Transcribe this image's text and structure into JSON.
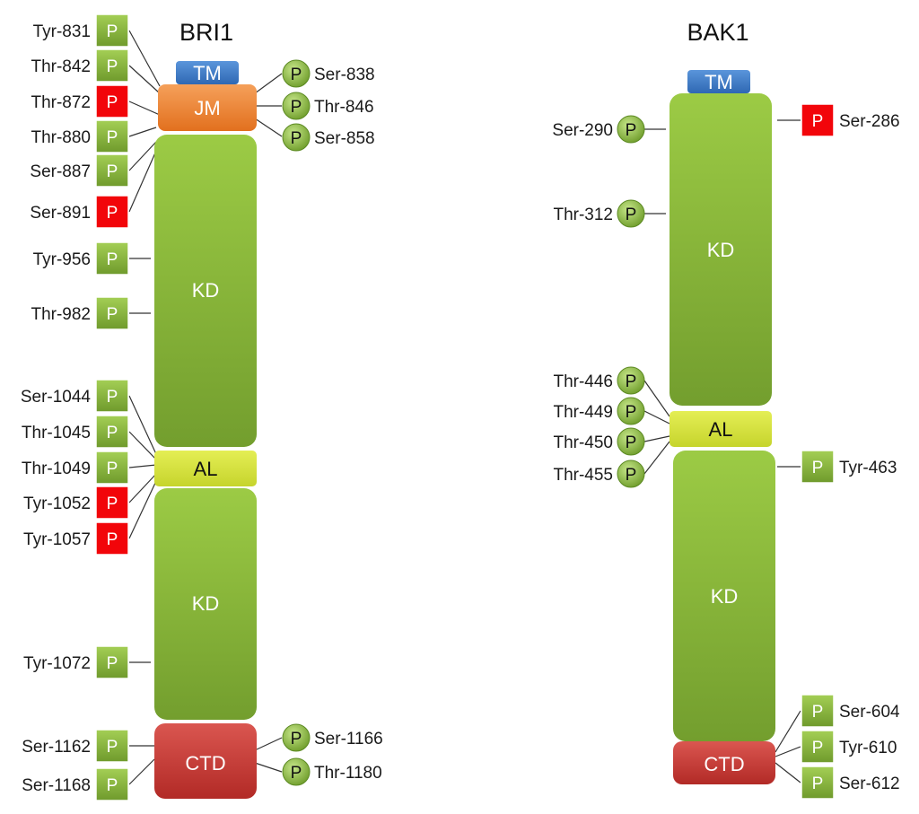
{
  "colors": {
    "green_p": "#8DBA3A",
    "red_p": "#F2050A",
    "kd": "#8CBB3C",
    "tm": "#3D7CC9",
    "jm": "#ED7D31",
    "al": "#D6E33A",
    "ctd": "#C93A35",
    "line": "#333333"
  },
  "bri1": {
    "title": "BRI1",
    "domains": {
      "tm": "TM",
      "jm": "JM",
      "kd1": "KD",
      "al": "AL",
      "kd2": "KD",
      "ctd": "CTD"
    },
    "sites": [
      {
        "label": "Tyr-831",
        "style": "square",
        "color": "green"
      },
      {
        "label": "Thr-842",
        "style": "square",
        "color": "green"
      },
      {
        "label": "Thr-872",
        "style": "square",
        "color": "red"
      },
      {
        "label": "Thr-880",
        "style": "square",
        "color": "green"
      },
      {
        "label": "Ser-887",
        "style": "square",
        "color": "green"
      },
      {
        "label": "Ser-891",
        "style": "square",
        "color": "red"
      },
      {
        "label": "Tyr-956",
        "style": "square",
        "color": "green"
      },
      {
        "label": "Thr-982",
        "style": "square",
        "color": "green"
      },
      {
        "label": "Ser-1044",
        "style": "square",
        "color": "green"
      },
      {
        "label": "Thr-1045",
        "style": "square",
        "color": "green"
      },
      {
        "label": "Thr-1049",
        "style": "square",
        "color": "green"
      },
      {
        "label": "Tyr-1052",
        "style": "square",
        "color": "red"
      },
      {
        "label": "Tyr-1057",
        "style": "square",
        "color": "red"
      },
      {
        "label": "Tyr-1072",
        "style": "square",
        "color": "green"
      },
      {
        "label": "Ser-1162",
        "style": "square",
        "color": "green"
      },
      {
        "label": "Ser-1168",
        "style": "square",
        "color": "green"
      },
      {
        "label": "Ser-838",
        "style": "circle",
        "color": "green"
      },
      {
        "label": "Thr-846",
        "style": "circle",
        "color": "green"
      },
      {
        "label": "Ser-858",
        "style": "circle",
        "color": "green"
      },
      {
        "label": "Ser-1166",
        "style": "circle",
        "color": "green"
      },
      {
        "label": "Thr-1180",
        "style": "circle",
        "color": "green"
      }
    ]
  },
  "bak1": {
    "title": "BAK1",
    "domains": {
      "tm": "TM",
      "kd1": "KD",
      "al": "AL",
      "kd2": "KD",
      "ctd": "CTD"
    },
    "sites": [
      {
        "label": "Ser-290",
        "style": "circle",
        "color": "green"
      },
      {
        "label": "Thr-312",
        "style": "circle",
        "color": "green"
      },
      {
        "label": "Thr-446",
        "style": "circle",
        "color": "green"
      },
      {
        "label": "Thr-449",
        "style": "circle",
        "color": "green"
      },
      {
        "label": "Thr-450",
        "style": "circle",
        "color": "green"
      },
      {
        "label": "Thr-455",
        "style": "circle",
        "color": "green"
      },
      {
        "label": "Ser-286",
        "style": "square",
        "color": "red"
      },
      {
        "label": "Tyr-463",
        "style": "square",
        "color": "green"
      },
      {
        "label": "Ser-604",
        "style": "square",
        "color": "green"
      },
      {
        "label": "Tyr-610",
        "style": "square",
        "color": "green"
      },
      {
        "label": "Ser-612",
        "style": "square",
        "color": "green"
      }
    ]
  },
  "marker_letter": "P"
}
